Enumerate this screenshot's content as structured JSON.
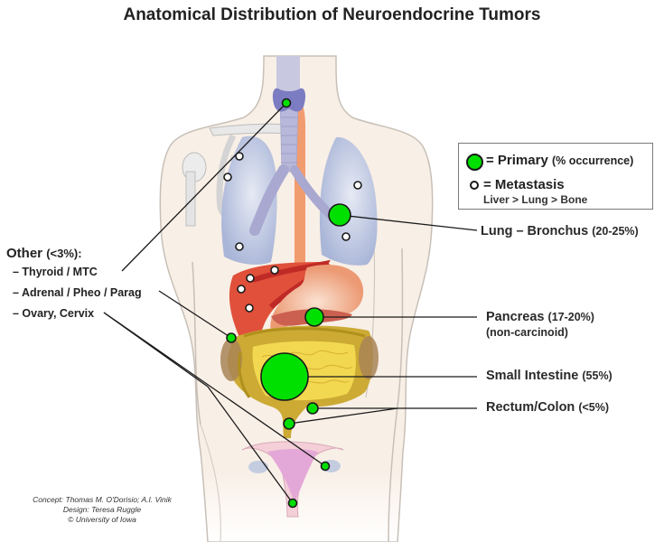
{
  "title": "Anatomical Distribution of Neuroendocrine Tumors",
  "legend": {
    "primary_label": "= Primary",
    "primary_note": "(% occurrence)",
    "metastasis_label": "= Metastasis",
    "metastasis_order": "Liver > Lung > Bone"
  },
  "primary_sites": [
    {
      "name": "Lung – Bronchus",
      "pct": "(20-25%)",
      "note": ""
    },
    {
      "name": "Pancreas",
      "pct": "(17-20%)",
      "note": "(non-carcinoid)"
    },
    {
      "name": "Small Intestine",
      "pct": "(55%)",
      "note": ""
    },
    {
      "name": "Rectum/Colon",
      "pct": "(<5%)",
      "note": ""
    }
  ],
  "other": {
    "title": "Other",
    "pct": "(<3%):",
    "items": [
      "– Thyroid / MTC",
      "– Adrenal / Pheo / Parag",
      "– Ovary, Cervix"
    ]
  },
  "credits": {
    "concept": "Concept: Thomas M. O'Dorisio; A.I. Vinik",
    "design": "Design: Teresa Ruggle",
    "copyright": "© University of Iowa"
  },
  "colors": {
    "primary_marker": "#00e000",
    "marker_outline": "#1a1a1a",
    "metastasis_marker": "#ffffff",
    "skin": "#f8eee4",
    "lung": "#c4cde6",
    "liver": "#d83a2e",
    "stomach": "#f0a07a",
    "intestine": "#e8c83a",
    "colon": "#c9a530",
    "thyroid": "#7a7ac0",
    "esophagus": "#f09060",
    "uterus": "#e8b8d8"
  }
}
